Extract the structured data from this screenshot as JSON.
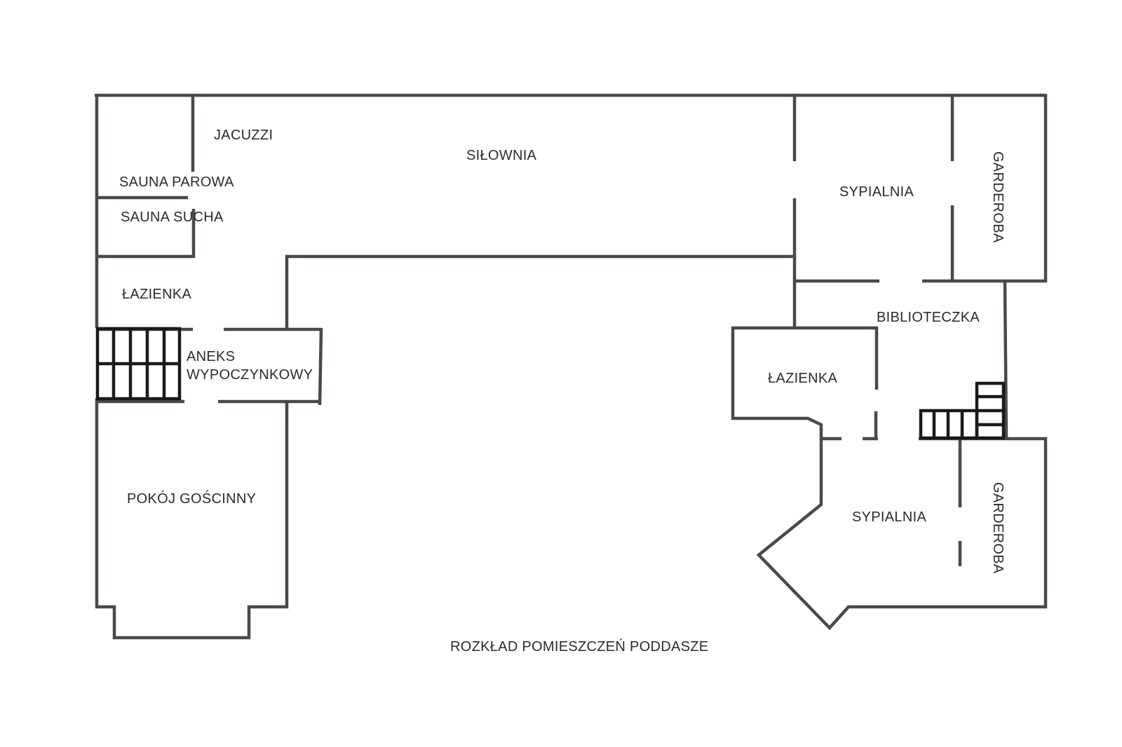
{
  "rooms": {
    "jacuzzi": "JACUZZI",
    "silownia": "SIŁOWNIA",
    "sauna_parowa": "SAUNA PAROWA",
    "sauna_sucha": "SAUNA SUCHA",
    "lazienka_left": "ŁAZIENKA",
    "aneks_line1": "ANEKS",
    "aneks_line2": "WYPOCZYNKOWY",
    "pokoj_goscinny": "POKÓJ GOŚCINNY",
    "sypialnia_top": "SYPIALNIA",
    "garderoba_top": "GARDEROBA",
    "biblioteczka": "BIBLIOTECZKA",
    "lazienka_right": "ŁAZIENKA",
    "sypialnia_bottom": "SYPIALNIA",
    "garderoba_bottom": "GARDEROBA"
  },
  "caption": "ROZKŁAD POMIESZCZEŃ PODDASZE",
  "colors": {
    "wall": "#464a4f",
    "stairs": "#1a1a1a",
    "text": "#2b2b2b",
    "background": "#ffffff"
  }
}
